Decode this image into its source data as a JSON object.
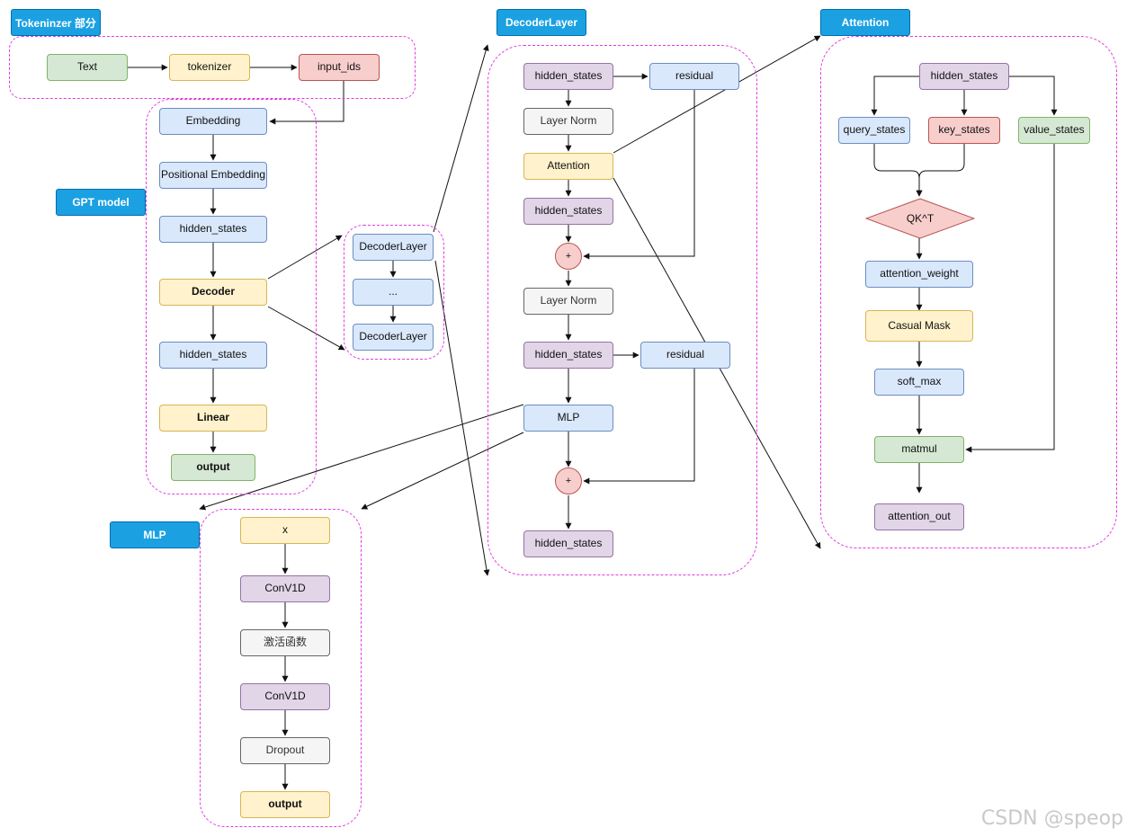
{
  "titles": {
    "tokenizer": "Tokeninzer 部分",
    "gpt_model": "GPT model",
    "decoder_layer": "DecoderLayer",
    "attention": "Attention",
    "mlp": "MLP"
  },
  "tokenizer_section": {
    "text": "Text",
    "tokenizer": "tokenizer",
    "input_ids": "input_ids"
  },
  "gpt_section": {
    "embedding": "Embedding",
    "positional_embedding": "Positional Embedding",
    "hidden_states_1": "hidden_states",
    "decoder": "Decoder",
    "hidden_states_2": "hidden_states",
    "linear": "Linear",
    "output": "output"
  },
  "decoder_stack": {
    "layer_1": "DecoderLayer",
    "ellipsis": "...",
    "layer_n": "DecoderLayer"
  },
  "decoder_layer_section": {
    "hidden_states_in": "hidden_states",
    "residual_1": "residual",
    "layer_norm_1": "Layer Norm",
    "attention": "Attention",
    "hidden_states_attn": "hidden_states",
    "plus_1": "+",
    "layer_norm_2": "Layer Norm",
    "hidden_states_mid": "hidden_states",
    "residual_2": "residual",
    "mlp": "MLP",
    "plus_2": "+",
    "hidden_states_out": "hidden_states"
  },
  "attention_section": {
    "hidden_states": "hidden_states",
    "query_states": "query_states",
    "key_states": "key_states",
    "value_states": "value_states",
    "qk": "QK^T",
    "attention_weight": "attention_weight",
    "casual_mask": "Casual Mask",
    "soft_max": "soft_max",
    "matmul": "matmul",
    "attention_out": "attention_out"
  },
  "mlp_section": {
    "x": "x",
    "conv1d_1": "ConV1D",
    "activation": "激活函数",
    "conv1d_2": "ConV1D",
    "dropout": "Dropout",
    "output": "output"
  },
  "watermark": "CSDN @speop",
  "colors": {
    "group_border": "#e23ce0",
    "title_fill": "#1ba1e2",
    "blue_fill": "#dae8fc",
    "green_fill": "#d5e8d4",
    "yellow_fill": "#fff2cc",
    "red_fill": "#f8cecc",
    "purple_fill": "#e1d5e7",
    "gray_fill": "#f5f5f5"
  }
}
